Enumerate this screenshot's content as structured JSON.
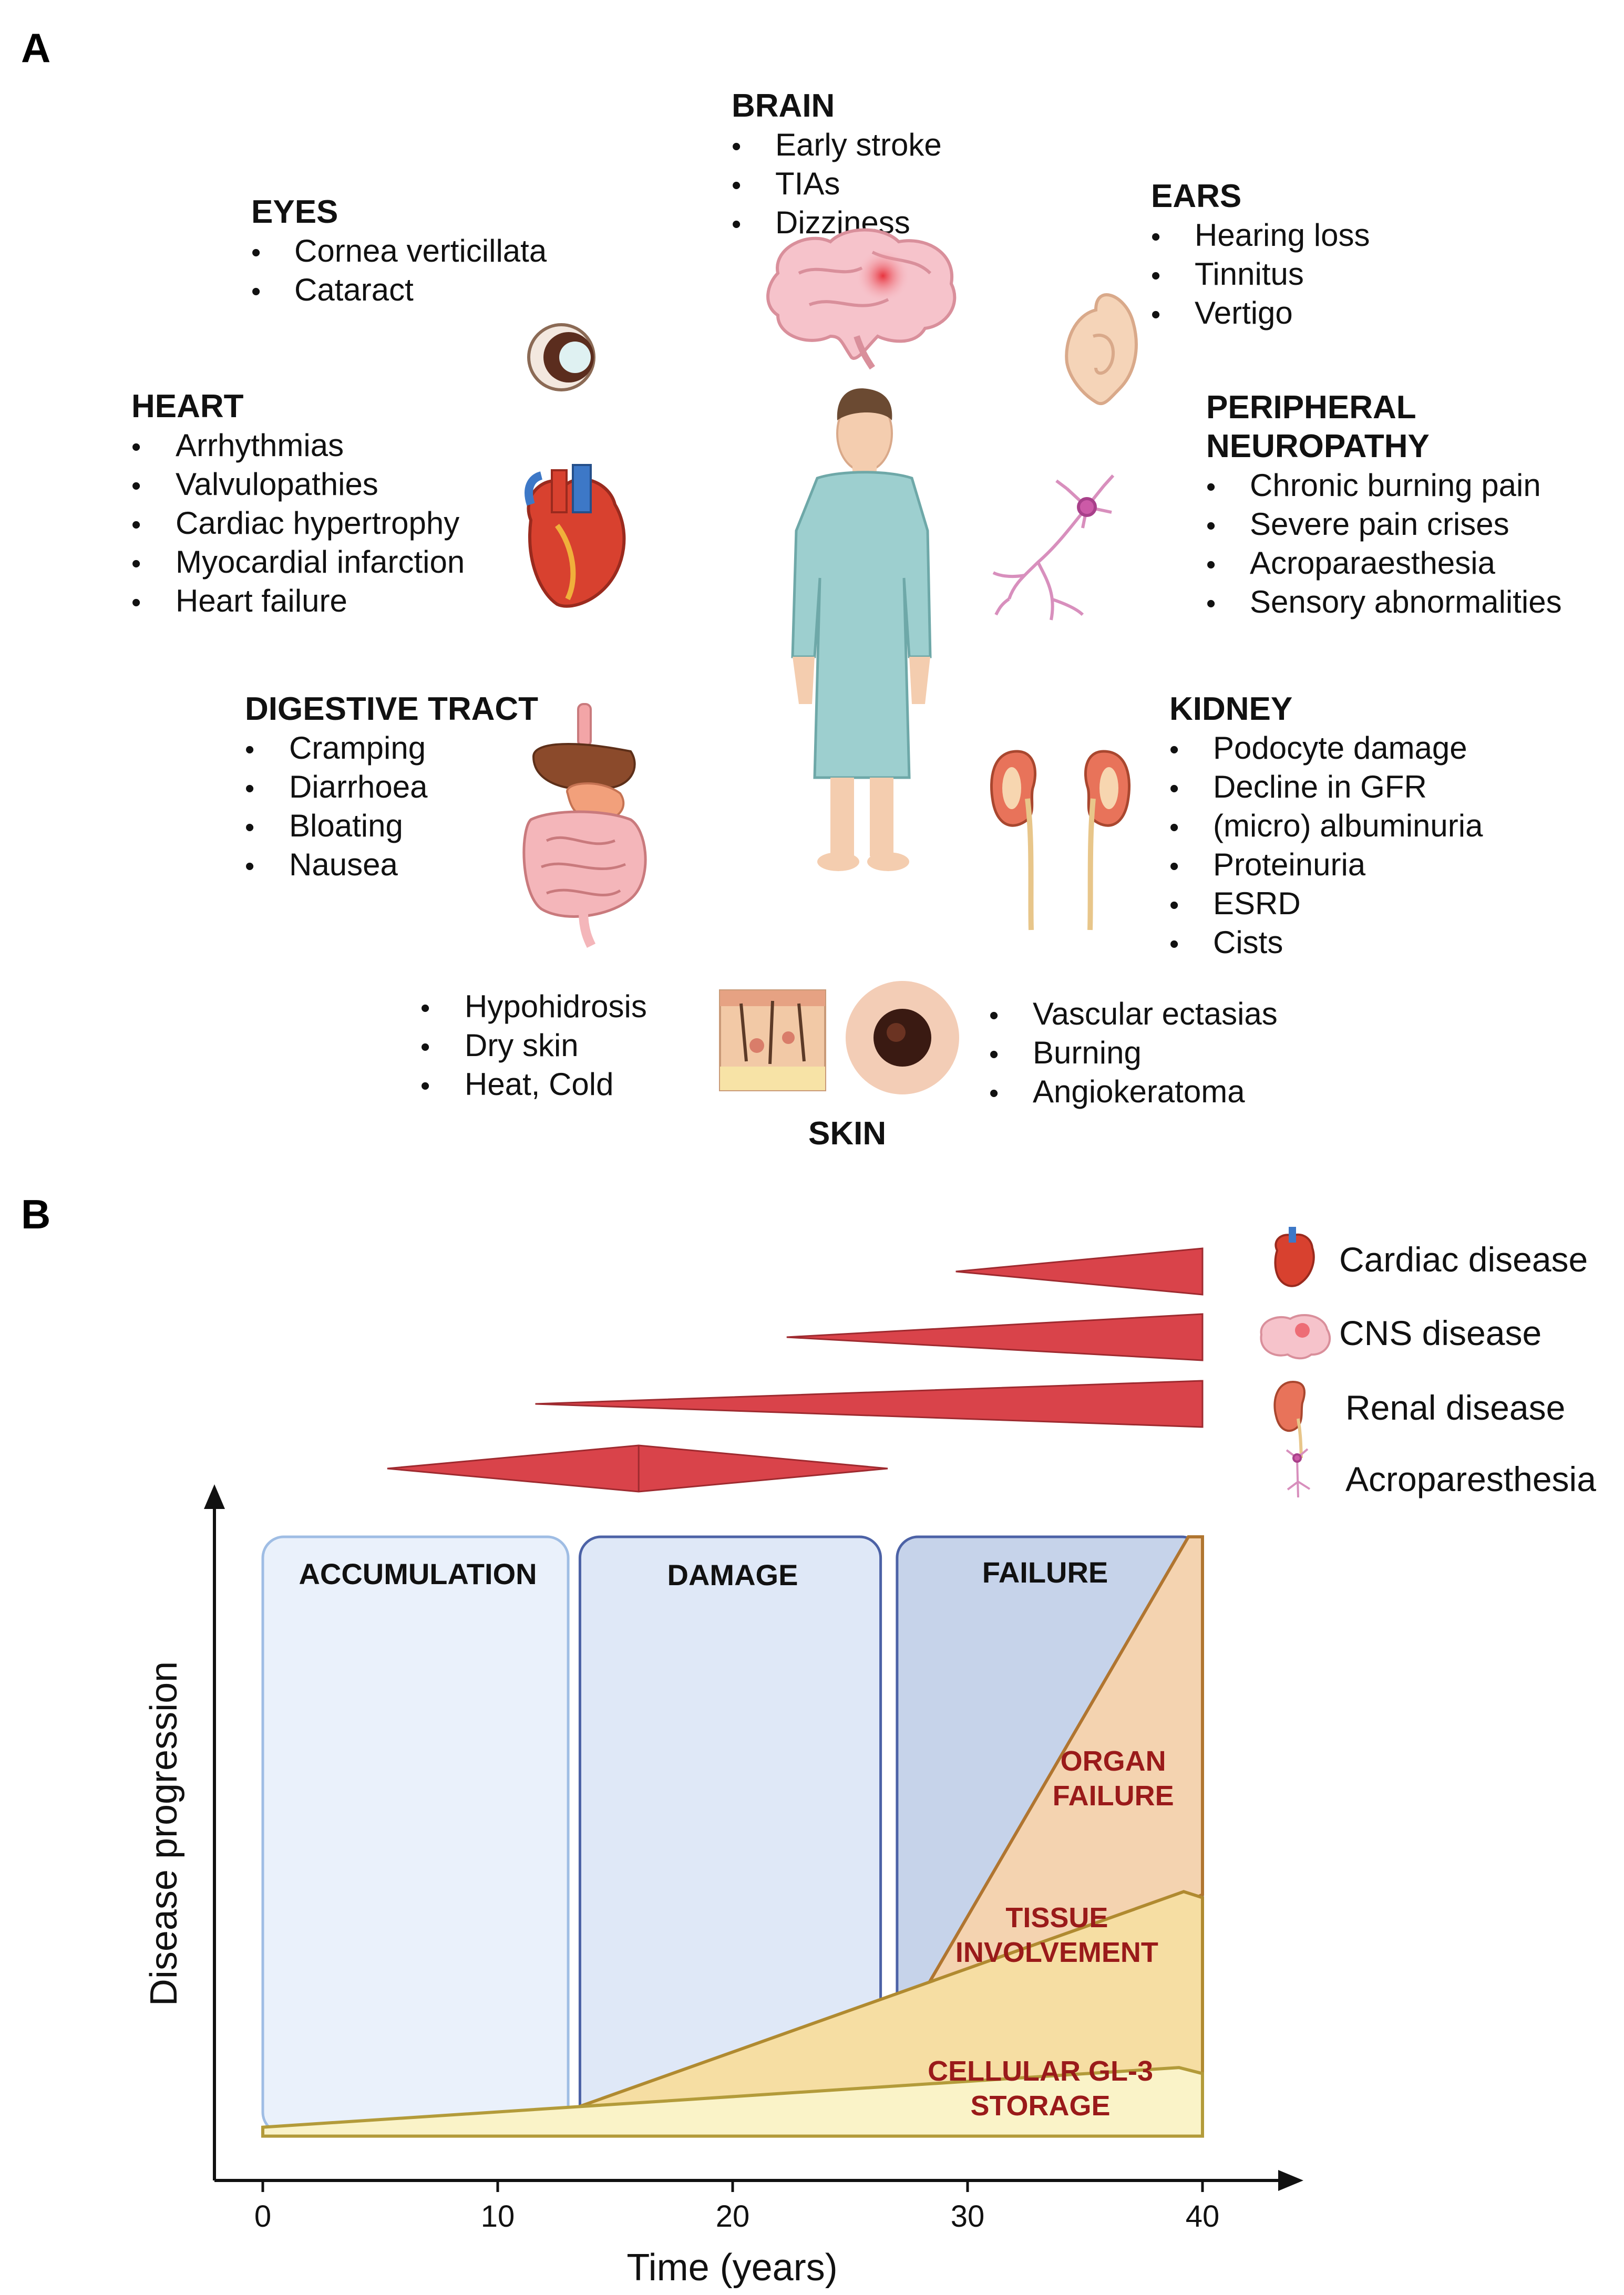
{
  "panels": {
    "a": "A",
    "b": "B"
  },
  "organs": {
    "brain": {
      "title": "BRAIN",
      "items": [
        "Early stroke",
        "TIAs",
        "Dizziness"
      ]
    },
    "eyes": {
      "title": "EYES",
      "items": [
        "Cornea verticillata",
        "Cataract"
      ]
    },
    "ears": {
      "title": "EARS",
      "items": [
        "Hearing loss",
        "Tinnitus",
        "Vertigo"
      ]
    },
    "heart": {
      "title": "HEART",
      "items": [
        "Arrhythmias",
        "Valvulopathies",
        "Cardiac hypertrophy",
        "Myocardial infarction",
        "Heart failure"
      ]
    },
    "neuropathy": {
      "title_line1": "PERIPHERAL",
      "title_line2": "NEUROPATHY",
      "items": [
        "Chronic burning pain",
        "Severe pain crises",
        "Acroparaesthesia",
        "Sensory abnormalities"
      ]
    },
    "digestive": {
      "title": "DIGESTIVE TRACT",
      "items": [
        "Cramping",
        "Diarrhoea",
        "Bloating",
        "Nausea"
      ]
    },
    "kidney": {
      "title": "KIDNEY",
      "items": [
        "Podocyte damage",
        "Decline in GFR",
        "(micro) albuminuria",
        "Proteinuria",
        "ESRD",
        "Cists"
      ]
    },
    "skin": {
      "title": "SKIN",
      "items_left": [
        "Hypohidrosis",
        "Dry skin",
        "Heat, Cold"
      ],
      "items_right": [
        "Vascular ectasias",
        "Burning",
        "Angiokeratoma"
      ]
    }
  },
  "bullet": "•",
  "progression": {
    "phases": [
      "ACCUMULATION",
      "DAMAGE",
      "FAILURE"
    ],
    "layers": {
      "organ_failure": [
        "ORGAN",
        "FAILURE"
      ],
      "tissue": [
        "TISSUE",
        "INVOLVEMENT"
      ],
      "cellular": [
        "CELLULAR GL-3",
        "STORAGE"
      ]
    },
    "legend": [
      "Cardiac disease",
      "CNS disease",
      "Renal disease",
      "Acroparesthesia"
    ],
    "wedges": [
      {
        "name": "Cardiac disease",
        "start": 29.5,
        "end": 40
      },
      {
        "name": "CNS disease",
        "start": 22.3,
        "end": 40
      },
      {
        "name": "Renal disease",
        "start": 11.6,
        "end": 40
      },
      {
        "name": "Acroparesthesia",
        "start": 5.3,
        "peak": 16,
        "end": 26.6
      }
    ],
    "phase_spans": [
      [
        0,
        13
      ],
      [
        13.5,
        26.3
      ],
      [
        27,
        40
      ]
    ],
    "x_ticks": [
      "0",
      "10",
      "20",
      "30",
      "40"
    ],
    "x_tick_values": [
      0,
      10,
      20,
      30,
      40
    ],
    "xlabel": "Time (years)",
    "ylabel": "Disease progression"
  },
  "colors": {
    "wedge": "#d9434a",
    "accumulation": "#eaf1fb",
    "damage": "#dfe8f7",
    "failure": "#c6d3ea",
    "cellular": "#faf3c8",
    "tissue": "#f6dea3",
    "organ": "#f4d3b0",
    "layer_text": "#9a1a1a"
  }
}
